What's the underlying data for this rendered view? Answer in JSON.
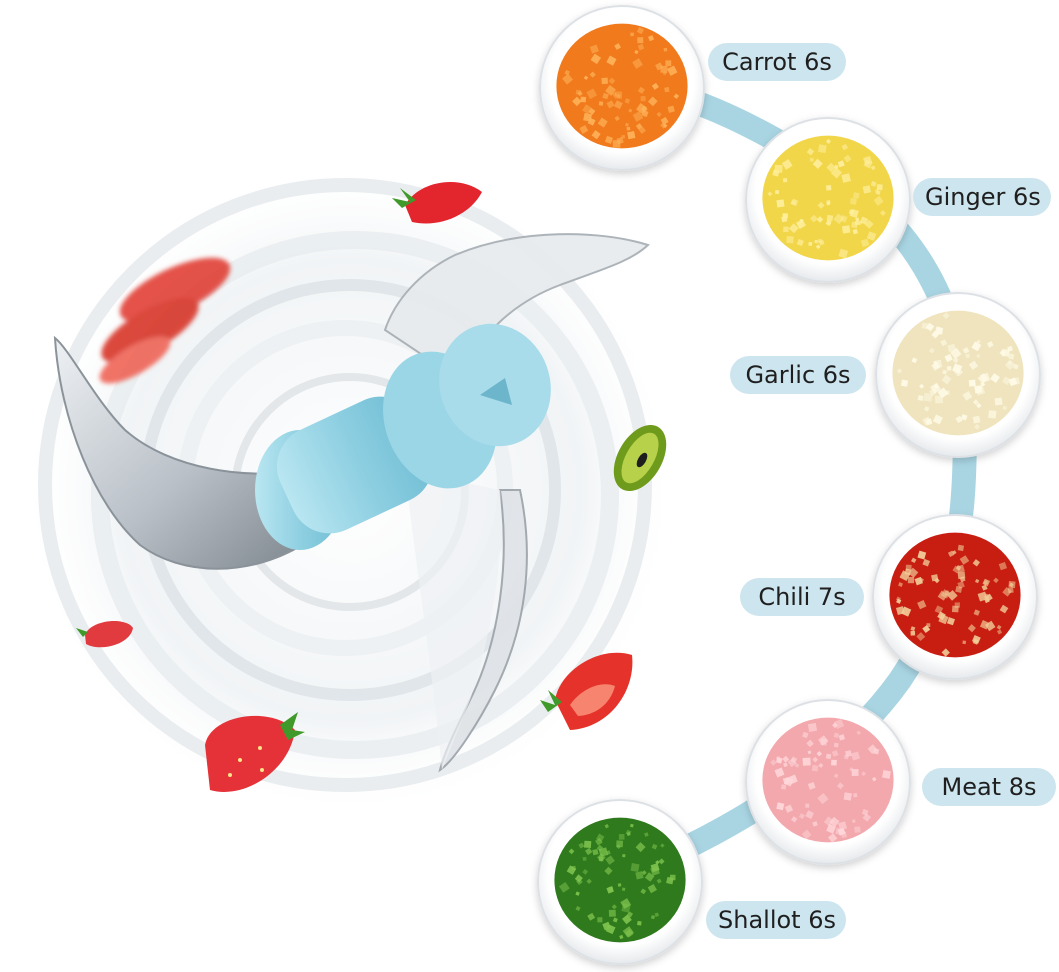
{
  "colors": {
    "accent": "#a9d5e3",
    "label_background": "#cde5ee",
    "blade_hub": "#8fd0e2"
  },
  "icons": [
    "chopper-blade-icon",
    "strawberry-icon",
    "tomato-icon",
    "kiwi-icon"
  ],
  "chopping_times": [
    {
      "food": "Carrot",
      "time": "6s",
      "text": "Carrot 6s",
      "color": "#f07a1c",
      "flecks": "#ffb35a"
    },
    {
      "food": "Ginger",
      "time": "6s",
      "text": "Ginger 6s",
      "color": "#f1d64a",
      "flecks": "#fff0a0"
    },
    {
      "food": "Garlic",
      "time": "6s",
      "text": "Garlic 6s",
      "color": "#efe4bd",
      "flecks": "#fffbe8"
    },
    {
      "food": "Chili",
      "time": "7s",
      "text": "Chili 7s",
      "color": "#c81e12",
      "flecks": "#f2cf9a"
    },
    {
      "food": "Meat",
      "time": "8s",
      "text": "Meat 8s",
      "color": "#f2a8ad",
      "flecks": "#ffd7da"
    },
    {
      "food": "Shallot",
      "time": "6s",
      "text": "Shallot 6s",
      "color": "#2f7a1c",
      "flecks": "#7fc44f"
    }
  ]
}
